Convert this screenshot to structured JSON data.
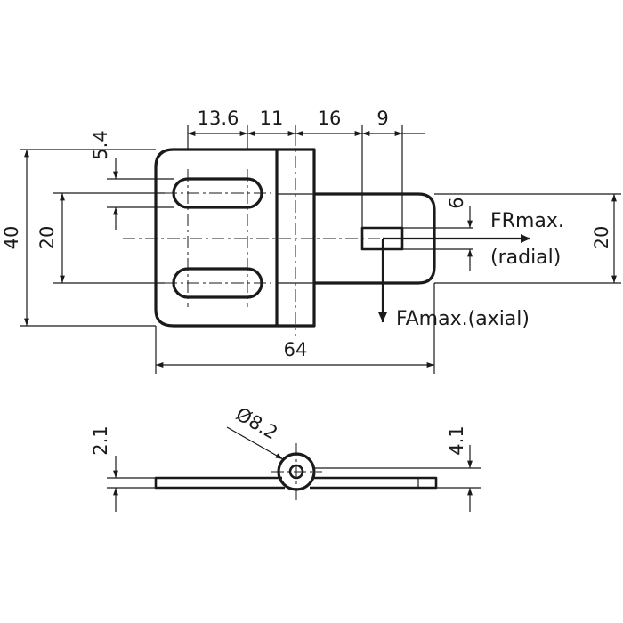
{
  "dimensions": {
    "d13_6": "13.6",
    "d11": "11",
    "d16": "16",
    "d9": "9",
    "d5_4": "5.4",
    "d40": "40",
    "d20_left": "20",
    "d6": "6",
    "d20_right": "20",
    "d64": "64",
    "d2_1": "2.1",
    "d4_1": "4.1",
    "dia8_2": "Ø8.2"
  },
  "forces": {
    "radial_label": "FRmax.",
    "radial_sub": "(radial)",
    "axial_label": "FAmax.(axial)"
  }
}
